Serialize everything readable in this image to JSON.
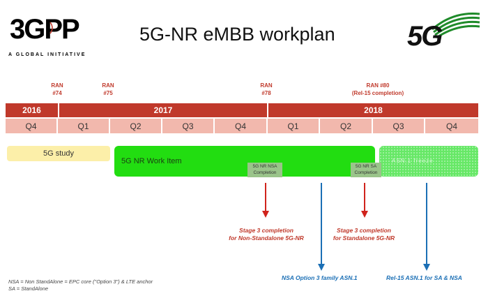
{
  "header": {
    "title": "5G-NR eMBB workplan",
    "logo_3gpp_mark": "3GPP",
    "logo_3gpp_tagline": "A GLOBAL INITIATIVE",
    "logo_5g_text": "5G"
  },
  "ran_meetings": [
    {
      "line1": "RAN",
      "line2": "#74"
    },
    {
      "line1": "RAN",
      "line2": "#75"
    },
    {
      "line1": "RAN",
      "line2": "#78"
    },
    {
      "line1": "RAN #80",
      "line2": "(Rel-15 completion)"
    }
  ],
  "years": [
    "2016",
    "2017",
    "2018"
  ],
  "quarters": [
    "Q4",
    "Q1",
    "Q2",
    "Q3",
    "Q4",
    "Q1",
    "Q2",
    "Q3",
    "Q4"
  ],
  "bars": {
    "study": "5G study",
    "work_item": "5G NR Work Item",
    "extension": "ASN.1 freeze"
  },
  "milestones": {
    "nsa": {
      "line1": "5G NR NSA",
      "line2": "Completion"
    },
    "sa": {
      "line1": "5G NR SA",
      "line2": "Completion"
    }
  },
  "stage3": {
    "nsa": {
      "line1": "Stage 3 completion",
      "line2": "for Non-Standalone 5G-NR"
    },
    "sa": {
      "line1": "Stage 3 completion",
      "line2": "for Standalone 5G-NR"
    }
  },
  "asn": {
    "nsa": "NSA Option 3  family ASN.1",
    "rel15": "Rel-15 ASN.1 for SA & NSA"
  },
  "notes": {
    "line1": "NSA = Non StandAlone = EPC core (\"Option 3\") & LTE anchor",
    "line2": "SA = StandAlone"
  },
  "colors": {
    "year_bar": "#c0392b",
    "quarter_cell": "#f2b8ad",
    "work_item": "#22dd11",
    "study": "#fcefa9",
    "red_arrow": "#d0231c",
    "blue_arrow": "#1b6fb5"
  }
}
